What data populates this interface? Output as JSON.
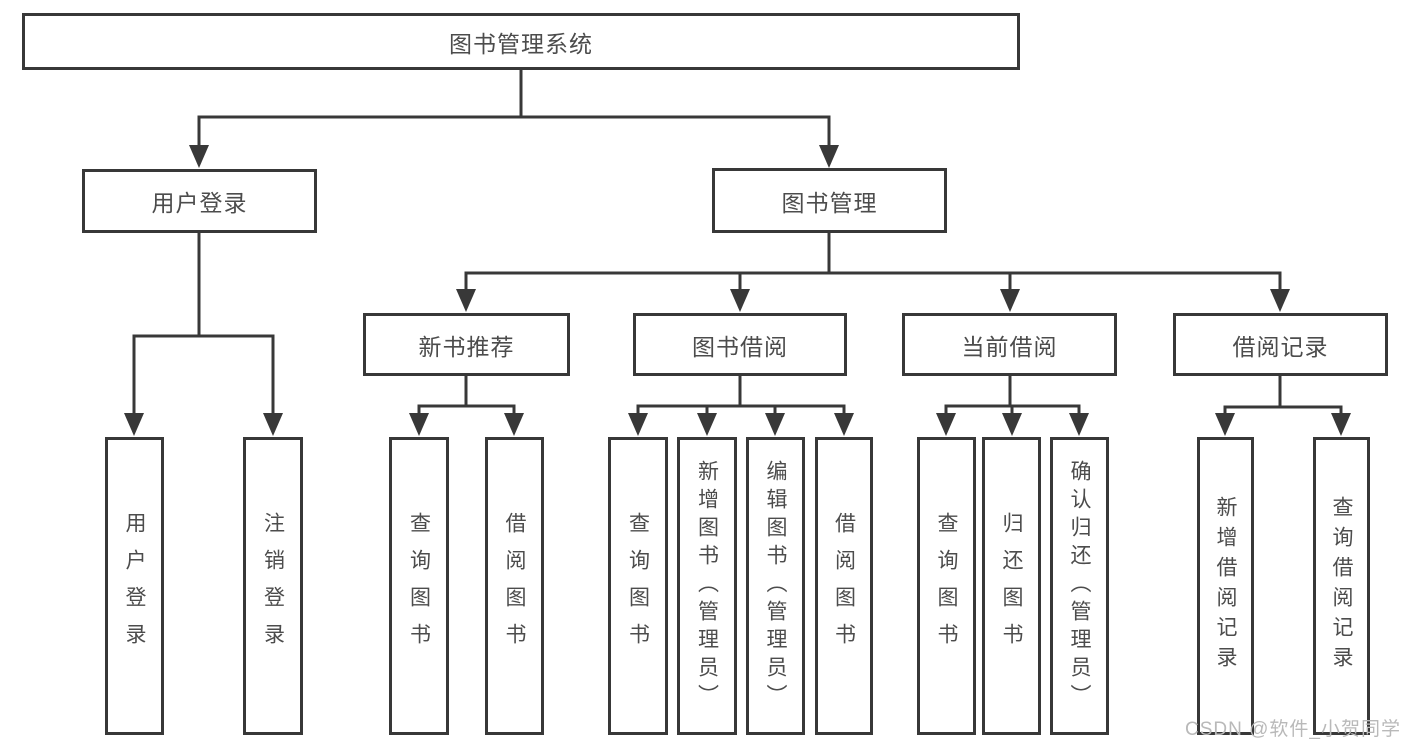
{
  "nodes": {
    "root": "图书管理系统",
    "user_login": "用户登录",
    "book_mgmt": "图书管理",
    "new_book_rec": "新书推荐",
    "book_borrow": "图书借阅",
    "current_borrow": "当前借阅",
    "borrow_record": "借阅记录",
    "leaf_user_login": "用户登录",
    "leaf_logout": "注销登录",
    "leaf_query_books_a": "查询图书",
    "leaf_borrow_books_a": "借阅图书",
    "leaf_query_books_b": "查询图书",
    "leaf_add_books": "新增图书（管理员）",
    "leaf_edit_books": "编辑图书（管理员）",
    "leaf_borrow_books_b": "借阅图书",
    "leaf_query_books_c": "查询图书",
    "leaf_return_books": "归还图书",
    "leaf_confirm_return": "确认归还（管理员）",
    "leaf_add_borrow_record": "新增借阅记录",
    "leaf_query_borrow_record": "查询借阅记录"
  },
  "watermark": "CSDN @软件_小贺同学",
  "colors": {
    "line": "#383838",
    "box_border": "#383838",
    "text": "#4c4c4c",
    "watermark": "#b9b9b9",
    "background": "#ffffff"
  }
}
